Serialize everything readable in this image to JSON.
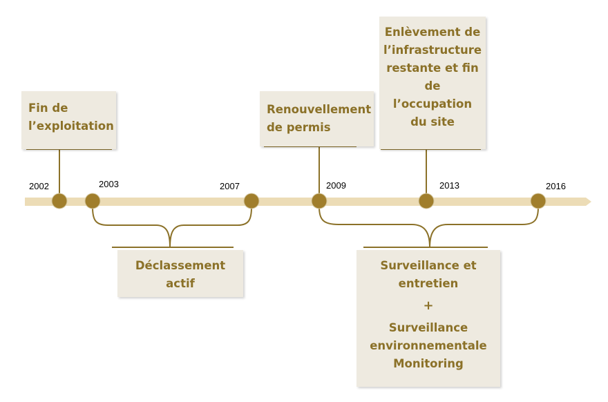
{
  "colors": {
    "accent": "#8b7128",
    "track": "#ecdcb6",
    "box_fill": "#eeeae0",
    "dot": "#a07e2c"
  },
  "years": [
    "2002",
    "2003",
    "2007",
    "2009",
    "2013",
    "2016"
  ],
  "events": {
    "fin_exploitation": [
      "Fin de",
      "l’exploitation"
    ],
    "renouvellement": [
      "Renouvellement",
      "de permis"
    ],
    "enlevement": [
      "Enlèvement de",
      "l’infrastructure",
      "restante et fin",
      "de",
      "l’occupation",
      "du site"
    ]
  },
  "periods": {
    "declassement": [
      "Déclassement",
      "actif"
    ],
    "surveillance": {
      "part1": [
        "Surveillance et",
        "entretien"
      ],
      "plus": "+",
      "part2": [
        "Surveillance",
        "environnementale",
        "Monitoring"
      ]
    }
  }
}
